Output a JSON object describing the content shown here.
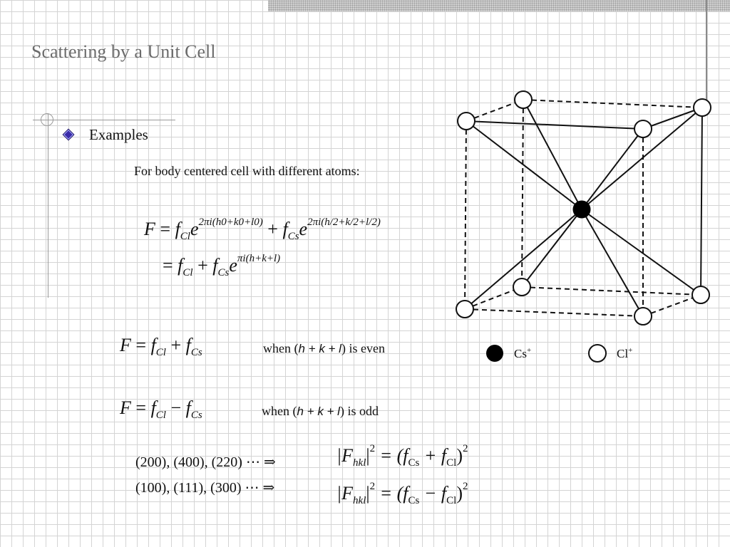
{
  "slide": {
    "title": "Scattering by a Unit Cell",
    "bullet": "Examples",
    "subtitle": "For body centered cell with different atoms:"
  },
  "equations": {
    "line1": {
      "F": "F",
      "eq": " = ",
      "f1": "f",
      "f1_sub": "Cl",
      "e1": "e",
      "exp1": "2πi(h0+k0+l0)",
      "plus": " + ",
      "f2": "f",
      "f2_sub": "Cs",
      "e2": "e",
      "exp2": "2πi(h/2+k/2+l/2)"
    },
    "line2": {
      "eq": "= ",
      "f1": "f",
      "f1_sub": "Cl",
      "plus": " + ",
      "f2": "f",
      "f2_sub": "Cs",
      "e": "e",
      "exp": "πi(h+k+l)"
    }
  },
  "conditions": [
    {
      "F": "F",
      "eq": " = ",
      "f1": "f",
      "f1_sub": "Cl",
      "op": " + ",
      "f2": "f",
      "f2_sub": "Cs",
      "when_prefix": "when (",
      "hkl": "h + k + l",
      "when_suffix": ") is even"
    },
    {
      "F": "F",
      "eq": " = ",
      "f1": "f",
      "f1_sub": "Cl",
      "op": " − ",
      "f2": "f",
      "f2_sub": "Cs",
      "when_prefix": "when (",
      "hkl": "h + k + l",
      "when_suffix": ") is odd"
    }
  ],
  "examples": [
    {
      "reflections": "(200), (400), (220) ⋯ ⇒",
      "lhs": "|F",
      "lhs_sub": "hkl",
      "lhs_end": "|",
      "lhs_sup": "2",
      "rhs": " = (f",
      "rhs_sub1": "Cs",
      "op": " + f",
      "rhs_sub2": "Cl",
      "close": ")",
      "rhs_sup": "2"
    },
    {
      "reflections": "(100), (111), (300) ⋯ ⇒",
      "lhs": "|F",
      "lhs_sub": "hkl",
      "lhs_end": "|",
      "lhs_sup": "2",
      "rhs": " = (f",
      "rhs_sub1": "Cs",
      "op": " − f",
      "rhs_sub2": "Cl",
      "close": ")",
      "rhs_sup": "2"
    }
  ],
  "legend": {
    "cs_label": "Cs",
    "cs_charge": "+",
    "cl_label": "Cl",
    "cl_charge": "+"
  }
}
